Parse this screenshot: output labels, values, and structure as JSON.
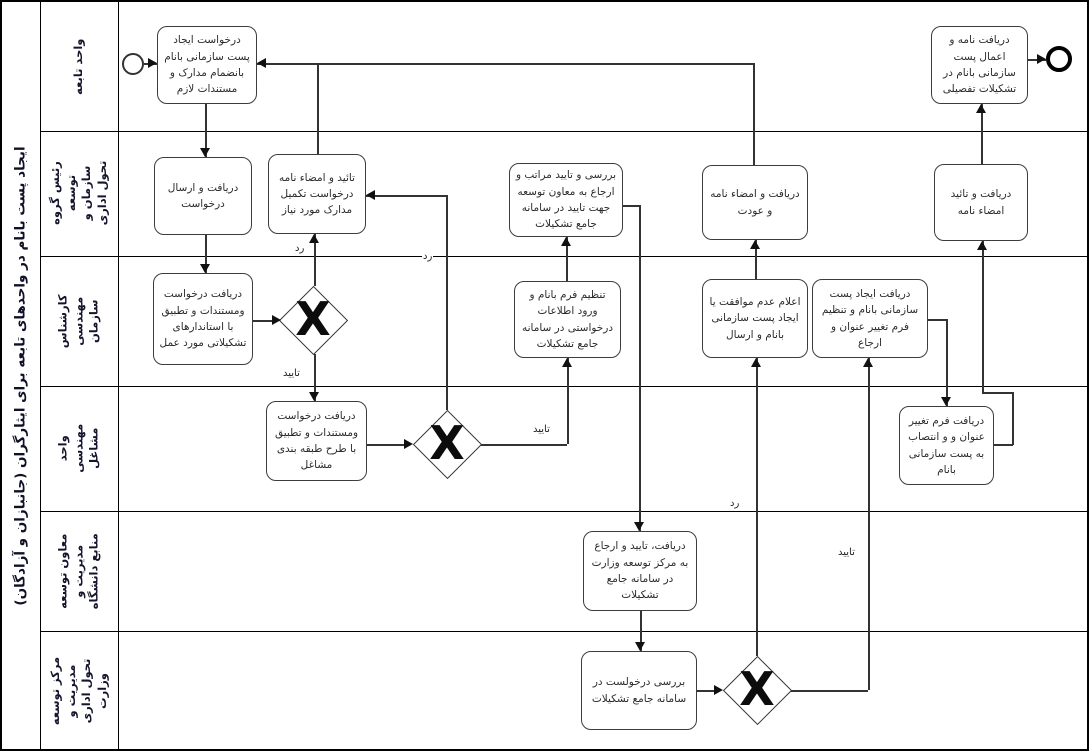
{
  "diagram_title": "ایجاد پست بانام در واحدهای تابعه برای ایثارگران (جانبازان و آزادگان)",
  "lanes": [
    {
      "label": "واحد تابعه"
    },
    {
      "label": "رئیس گروه توسعه سازمان و تحول اداری"
    },
    {
      "label": "کارشناس مهندسی سازمان"
    },
    {
      "label": "واحد مهندسی مشاغل"
    },
    {
      "label": "معاون توسعه مدیریت و منابع دانشگاه"
    },
    {
      "label": "مرکز توسعه مدیریت و تحول اداری وزارت"
    }
  ],
  "nodes": {
    "request_create": "درخواست ایجاد پست سازمانی بانام بانضمام مدارک و مستندات لازم",
    "receive_send": "دریافت و ارسال درخواست",
    "confirm_sign_completion": "تائید و امضاء نامه درخواست تکمیل مدارک مورد نیاز",
    "review_confirm_refer": "بررسی و تایید مراتب و ارجاع به معاون توسعه جهت تایید در سامانه جامع تشکیلات",
    "receive_sign_return": "دریافت و امضاء نامه و عودت",
    "receive_confirm_signature": "دریافت و تائید امضاء نامه",
    "receive_apply_detailed": "دریافت نامه و اعمال پست سازمانی بانام در تشکیلات تفصیلی",
    "check_org_standards": "دریافت درخواست ومستندات و تطبیق با استاندارهای تشکیلاتی مورد عمل",
    "fill_named_form": "تنظیم فرم بانام و ورود اطلاعات درخواستی در سامانه جامع تشکیلات",
    "announce_disagree_or_create": "اعلام عدم موافقت یا ایجاد پست سازمانی بانام و ارسال",
    "receive_creation_set_title_form": "دریافت ایجاد پست سازمانی بانام و تنظیم فرم تغییر عنوان و ارجاع",
    "check_job_classification": "دریافت درخواست ومستندات و تطبیق با طرح طبقه بندی مشاغل",
    "receive_title_change_appoint": "دریافت فرم تغییر عنوان و و انتصاب به پست سازمانی بانام",
    "receive_confirm_refer_ministry": "دریافت، تایید و ارجاع به مرکز توسعه وزارت در سامانه جامع تشکیلات",
    "review_request_in_system": "بررسی درخولست در سامانه جامع تشکیلات"
  },
  "gateway_symbol": "X",
  "flow_labels": {
    "reject": "رد",
    "approve": "تایید"
  },
  "flows": [
    {
      "from": "start",
      "to": "request_create",
      "label": ""
    },
    {
      "from": "request_create",
      "to": "receive_send",
      "label": ""
    },
    {
      "from": "receive_send",
      "to": "check_org_standards",
      "label": ""
    },
    {
      "from": "check_org_standards",
      "to": "gateway_1",
      "label": ""
    },
    {
      "from": "gateway_1",
      "to": "confirm_sign_completion",
      "label": "رد"
    },
    {
      "from": "gateway_1",
      "to": "check_job_classification",
      "label": "تایید"
    },
    {
      "from": "confirm_sign_completion",
      "to": "request_create",
      "label": ""
    },
    {
      "from": "check_job_classification",
      "to": "gateway_2",
      "label": ""
    },
    {
      "from": "gateway_2",
      "to": "confirm_sign_completion",
      "label": "رد"
    },
    {
      "from": "gateway_2",
      "to": "fill_named_form",
      "label": "تایید"
    },
    {
      "from": "fill_named_form",
      "to": "review_confirm_refer",
      "label": ""
    },
    {
      "from": "review_confirm_refer",
      "to": "receive_confirm_refer_ministry",
      "label": ""
    },
    {
      "from": "receive_confirm_refer_ministry",
      "to": "review_request_in_system",
      "label": ""
    },
    {
      "from": "review_request_in_system",
      "to": "gateway_3",
      "label": ""
    },
    {
      "from": "gateway_3",
      "to": "announce_disagree_or_create",
      "label": "رد"
    },
    {
      "from": "gateway_3",
      "to": "receive_creation_set_title_form",
      "label": "تایید"
    },
    {
      "from": "announce_disagree_or_create",
      "to": "receive_sign_return",
      "label": ""
    },
    {
      "from": "receive_sign_return",
      "to": "request_create",
      "label": ""
    },
    {
      "from": "receive_creation_set_title_form",
      "to": "receive_title_change_appoint",
      "label": ""
    },
    {
      "from": "receive_title_change_appoint",
      "to": "receive_confirm_signature",
      "label": ""
    },
    {
      "from": "receive_confirm_signature",
      "to": "receive_apply_detailed",
      "label": ""
    },
    {
      "from": "receive_apply_detailed",
      "to": "end",
      "label": ""
    }
  ]
}
